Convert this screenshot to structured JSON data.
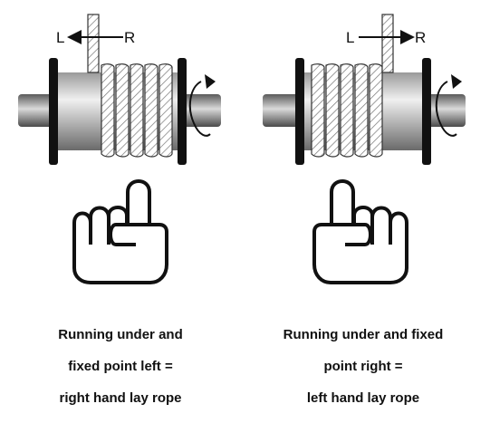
{
  "colors": {
    "ink": "#111111",
    "rope": "#ffffff",
    "drum_light": "#e6e6e6",
    "drum_dark": "#5a5a5a",
    "flange": "#111111"
  },
  "icons": {
    "left_rotation": "clockwise-rotation-arrow",
    "right_rotation": "counterclockwise-rotation-arrow",
    "left_hand": "right-hand-pointing-up-icon",
    "right_hand": "left-hand-pointing-up-icon"
  },
  "left_panel": {
    "dir_left": "L",
    "dir_right": "R",
    "caption_line1": "Running under and",
    "caption_line2": "fixed point  left =",
    "caption_line3": "right hand lay rope"
  },
  "right_panel": {
    "dir_left": "L",
    "dir_right": "R",
    "caption_line1": "Running under and fixed",
    "caption_line2": "point right =",
    "caption_line3": "left hand lay rope"
  }
}
